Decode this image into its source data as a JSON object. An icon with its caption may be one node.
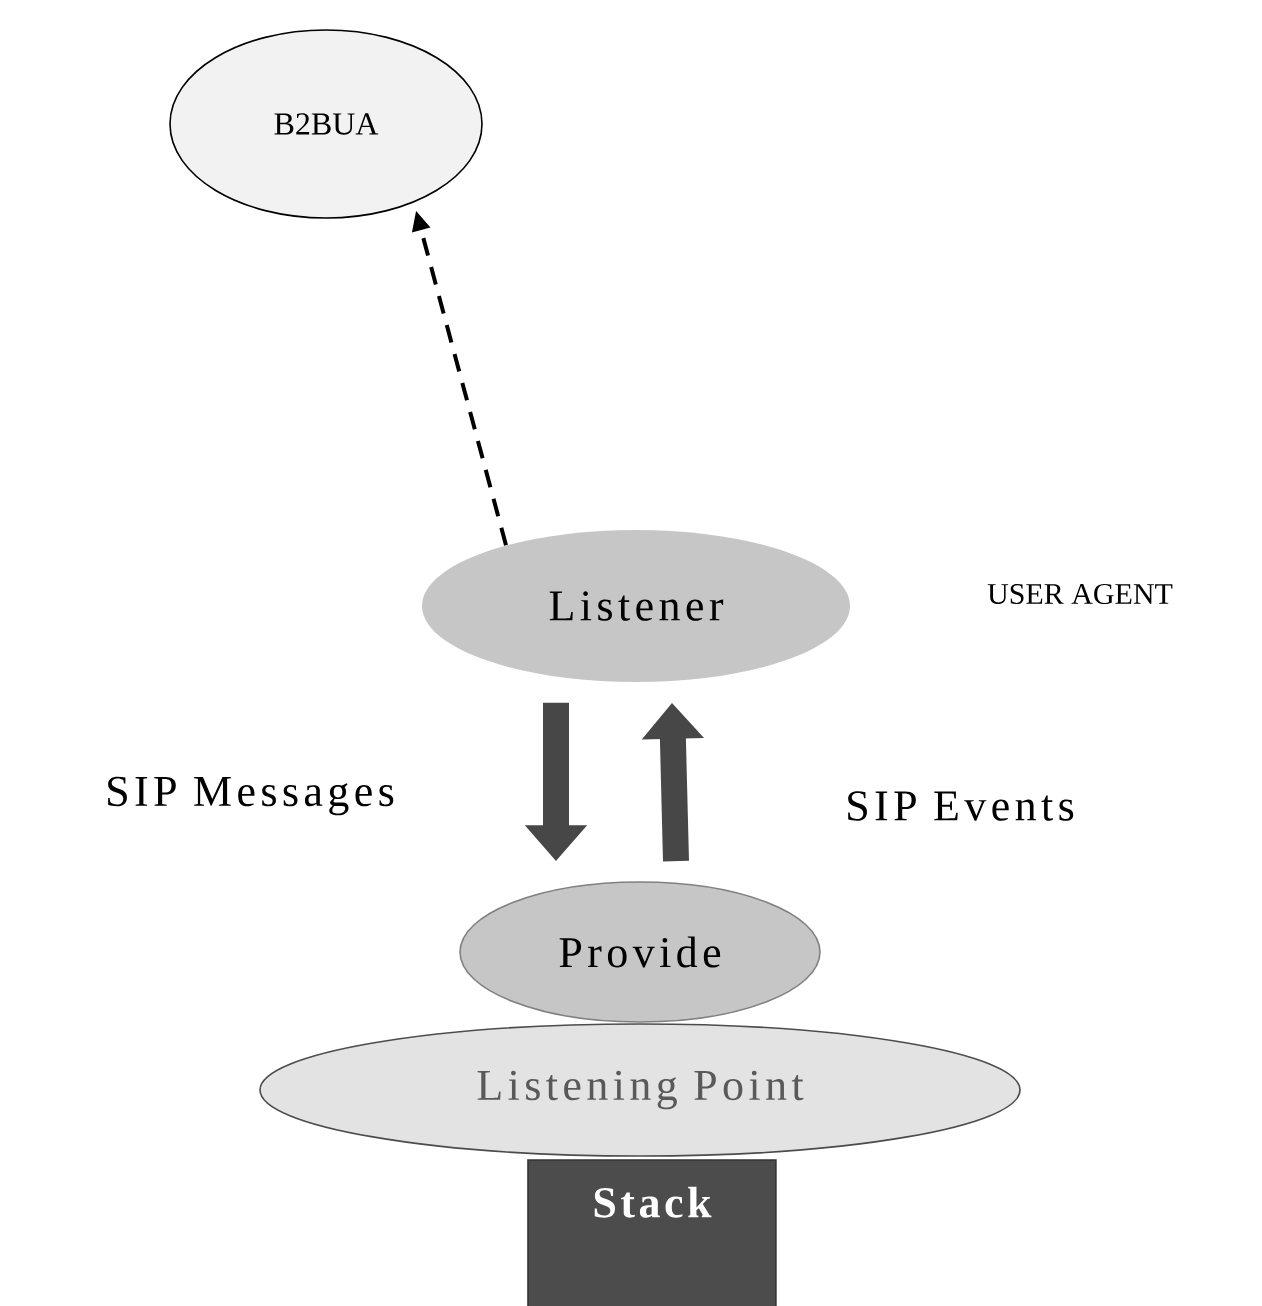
{
  "diagram": {
    "nodes": [
      {
        "text": [
          "B2BUA"
        ]
      },
      {
        "text": [
          "Listener"
        ]
      },
      {
        "text": [
          "Provide"
        ]
      },
      {
        "text": [
          "Listening Point"
        ]
      },
      {
        "text": [
          "Stack"
        ]
      }
    ],
    "edges": [
      {
        "from": 1,
        "to": 0,
        "arrow": "to",
        "style": "dashed"
      },
      {
        "from": 1,
        "to": 2,
        "arrow": "to",
        "label": "SIP Messages"
      },
      {
        "from": 2,
        "to": 1,
        "arrow": "to",
        "label": "SIP Events"
      }
    ],
    "labels": [
      "USER AGENT"
    ]
  }
}
